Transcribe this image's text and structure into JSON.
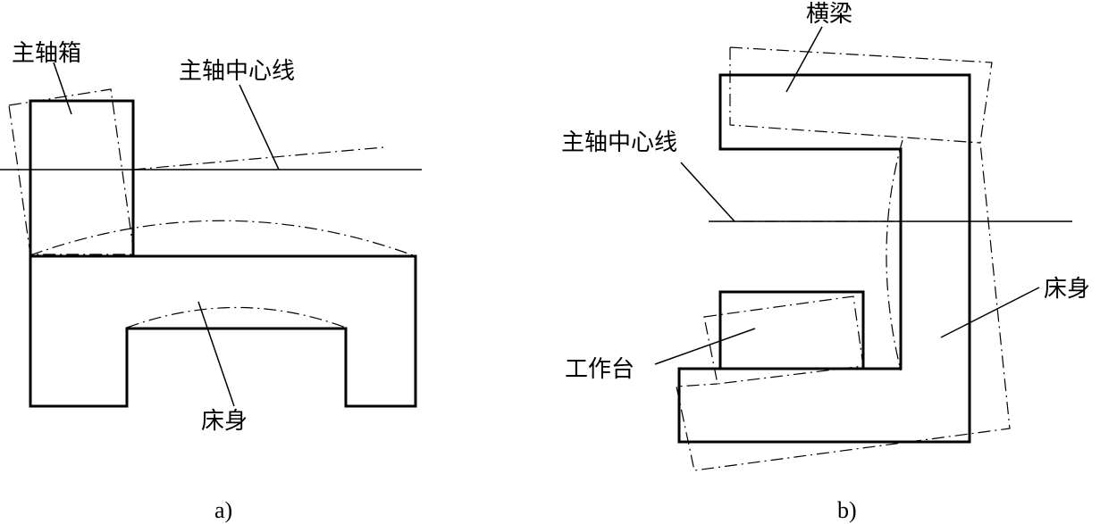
{
  "figure_a": {
    "labels": {
      "spindle_box": "主轴箱",
      "spindle_centerline": "主轴中心线",
      "bed": "床身"
    },
    "caption": "a)"
  },
  "figure_b": {
    "labels": {
      "crossbeam": "横梁",
      "spindle_centerline": "主轴中心线",
      "bed": "床身",
      "worktable": "工作台"
    },
    "caption": "b)"
  }
}
